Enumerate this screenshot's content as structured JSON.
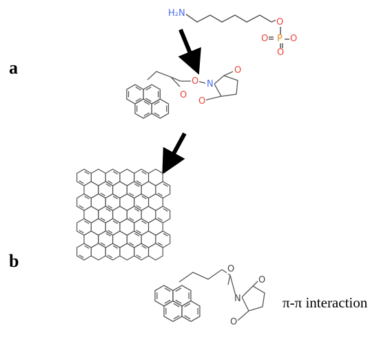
{
  "panels": {
    "a": "a",
    "b": "b"
  },
  "atoms": {
    "amine": "H₂N",
    "o_phosphate_link": "O",
    "p": "P",
    "o_phos_left": "O",
    "o_phos_right": "O",
    "o_phos_bottom": "O",
    "o_ester_carbonyl": "O",
    "o_ester_link": "O",
    "n_nhs": "N",
    "o_nhs_top": "O",
    "o_nhs_bottom": "O",
    "b_o_ketone": "O",
    "b_n_nhs": "N",
    "b_o_top": "O",
    "b_o_bottom": "O"
  },
  "colors": {
    "nitrogen": "#4a6cf0",
    "oxygen": "#e8453c",
    "phosphorus": "#e48a1f",
    "bond": "#555555",
    "arrow": "#000000"
  },
  "caption": "π-π interaction"
}
